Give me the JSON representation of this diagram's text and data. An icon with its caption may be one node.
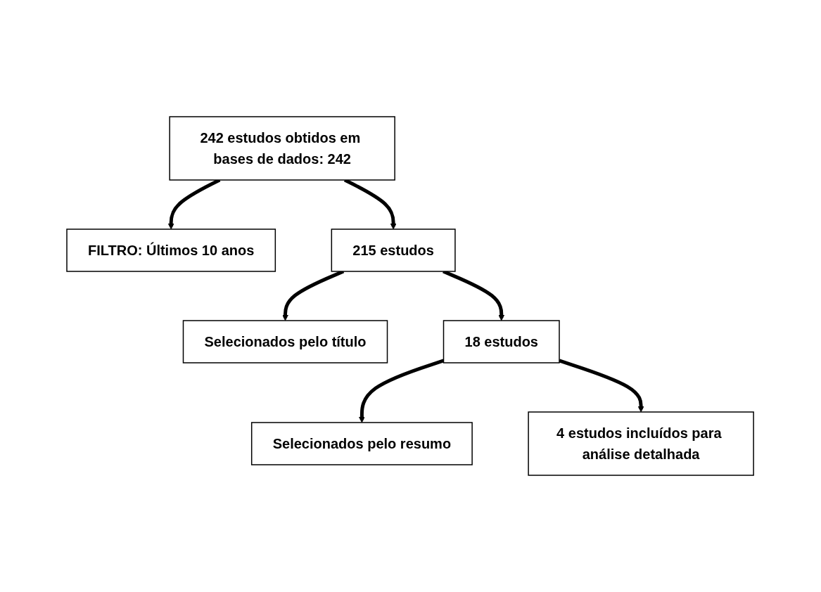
{
  "diagram": {
    "nodes": [
      {
        "text": [
          "242 estudos obtidos em bases de dados: 242"
        ]
      },
      {
        "text": [
          "FILTRO: Últimos 10 anos"
        ]
      },
      {
        "text": [
          "215 estudos"
        ]
      },
      {
        "text": [
          "Selecionados pelo título"
        ]
      },
      {
        "text": [
          "18 estudos"
        ]
      },
      {
        "text": [
          "Selecionados pelo resumo"
        ]
      },
      {
        "text": [
          "4 estudos incluídos para análise detalhada"
        ]
      }
    ],
    "edges": [
      {
        "from": 0,
        "to": 1,
        "arrow": "to"
      },
      {
        "from": 0,
        "to": 2,
        "arrow": "to"
      },
      {
        "from": 2,
        "to": 3,
        "arrow": "to"
      },
      {
        "from": 2,
        "to": 4,
        "arrow": "to"
      },
      {
        "from": 4,
        "to": 5,
        "arrow": "to"
      },
      {
        "from": 4,
        "to": 6,
        "arrow": "to"
      }
    ]
  }
}
